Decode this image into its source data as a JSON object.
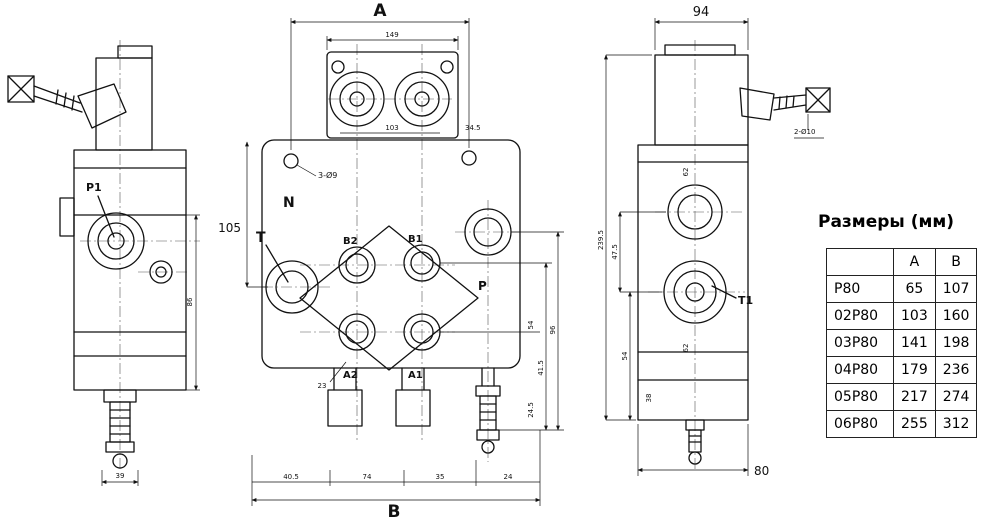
{
  "table": {
    "title": "Размеры (мм)",
    "headers": [
      "",
      "A",
      "B"
    ],
    "rows": [
      {
        "model": "P80",
        "a": "65",
        "b": "107"
      },
      {
        "model": "02P80",
        "a": "103",
        "b": "160"
      },
      {
        "model": "03P80",
        "a": "141",
        "b": "198"
      },
      {
        "model": "04P80",
        "a": "179",
        "b": "236"
      },
      {
        "model": "05P80",
        "a": "217",
        "b": "274"
      },
      {
        "model": "06P80",
        "a": "255",
        "b": "312"
      }
    ]
  },
  "drawing": {
    "dim_labels": {
      "A": "A",
      "B": "B",
      "d94": "94",
      "d80": "80",
      "d105": "105",
      "d149": "149",
      "d103": "103",
      "d34_5": "34.5",
      "d40_5": "40.5",
      "d74": "74",
      "d35": "35",
      "d24": "24",
      "d23": "23",
      "d39": "39",
      "d86": "86",
      "d96": "96",
      "d41_5": "41.5",
      "d54": "54",
      "d24_5": "24.5",
      "d239_5": "239.5",
      "d47_5": "47.5",
      "d54b": "54",
      "d62a": "62",
      "d62b": "62",
      "d38": "38",
      "note_holes": "3-Ø9",
      "note_holes2": "2-Ø10"
    },
    "port_labels": {
      "P1": "P1",
      "T1": "T1",
      "N": "N",
      "T": "T",
      "P": "P",
      "B1": "B1",
      "B2": "B2",
      "A1": "A1",
      "A2": "A2"
    }
  }
}
